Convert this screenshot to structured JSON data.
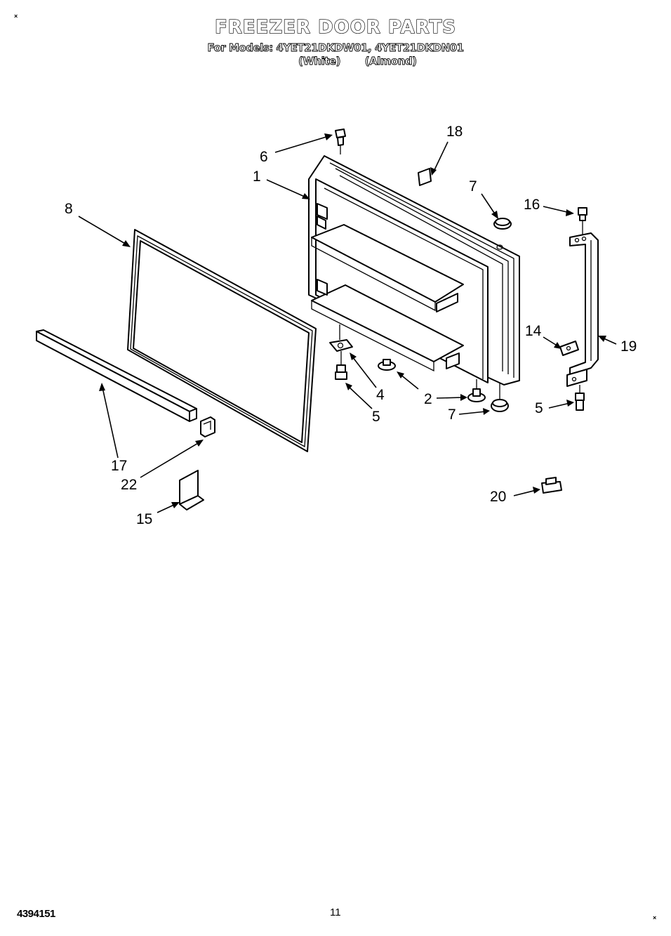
{
  "header": {
    "title": "FREEZER DOOR PARTS",
    "models_line": "For Models: 4YET21DKDW01, 4YET21DKDN01",
    "variant_white": "(White)",
    "variant_almond": "(Almond)"
  },
  "callouts": [
    {
      "id": "c6a",
      "label": "6"
    },
    {
      "id": "c18",
      "label": "18"
    },
    {
      "id": "c1",
      "label": "1"
    },
    {
      "id": "c7a",
      "label": "7"
    },
    {
      "id": "c16",
      "label": "16"
    },
    {
      "id": "c8",
      "label": "8"
    },
    {
      "id": "c14",
      "label": "14"
    },
    {
      "id": "c19",
      "label": "19"
    },
    {
      "id": "c4",
      "label": "4"
    },
    {
      "id": "c2",
      "label": "2"
    },
    {
      "id": "c5a",
      "label": "5"
    },
    {
      "id": "c7b",
      "label": "7"
    },
    {
      "id": "c5b",
      "label": "5"
    },
    {
      "id": "c17",
      "label": "17"
    },
    {
      "id": "c22",
      "label": "22"
    },
    {
      "id": "c20",
      "label": "20"
    },
    {
      "id": "c15",
      "label": "15"
    }
  ],
  "footer": {
    "doc_number": "4394151",
    "page_number": "11"
  }
}
